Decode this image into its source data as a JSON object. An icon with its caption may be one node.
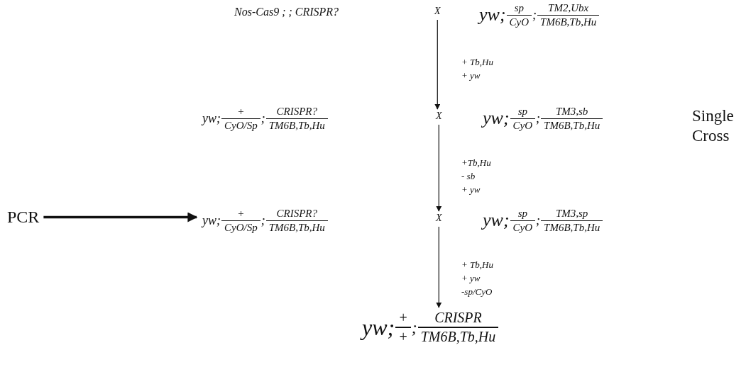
{
  "diagram": {
    "nodes": [
      {
        "text": [
          "Nos-Cas9 ; ; CRISPR?"
        ]
      },
      {
        "text": [
          "X"
        ]
      },
      {
        "text": [
          "yw;",
          "sp",
          "CyO",
          ";",
          "TM2,Ubx",
          "TM6B,Tb,Hu"
        ]
      },
      {
        "text": [
          "yw;",
          "+",
          "CyO/Sp",
          ";",
          "CRISPR?",
          "TM6B,Tb,Hu"
        ]
      },
      {
        "text": [
          "X"
        ]
      },
      {
        "text": [
          "yw;",
          "sp",
          "CyO",
          ";",
          "TM3,sb",
          "TM6B,Tb,Hu"
        ]
      },
      {
        "text": [
          "PCR"
        ]
      },
      {
        "text": [
          "yw;",
          "+",
          "CyO/Sp",
          ";",
          "CRISPR?",
          "TM6B,Tb,Hu"
        ]
      },
      {
        "text": [
          "X"
        ]
      },
      {
        "text": [
          "yw;",
          "sp",
          "CyO",
          ";",
          "TM3,sp",
          "TM6B,Tb,Hu"
        ]
      },
      {
        "text": [
          "yw;",
          "+",
          "+",
          ";",
          "CRISPR",
          "TM6B,Tb,Hu"
        ]
      }
    ],
    "edges": [
      {
        "from": 1,
        "to": 4,
        "arrow": "to"
      },
      {
        "from": 4,
        "to": 8,
        "arrow": "to"
      },
      {
        "from": 8,
        "to": 10,
        "arrow": "to"
      },
      {
        "from": 6,
        "to": 7,
        "arrow": "to",
        "style": "thick"
      }
    ],
    "labels": [
      "+ Tb,Hu",
      "+ yw",
      "+Tb,Hu",
      "- sb",
      "+ yw",
      "Single Cross",
      "+ Tb,Hu",
      "+ yw",
      "-sp/CyO"
    ]
  }
}
